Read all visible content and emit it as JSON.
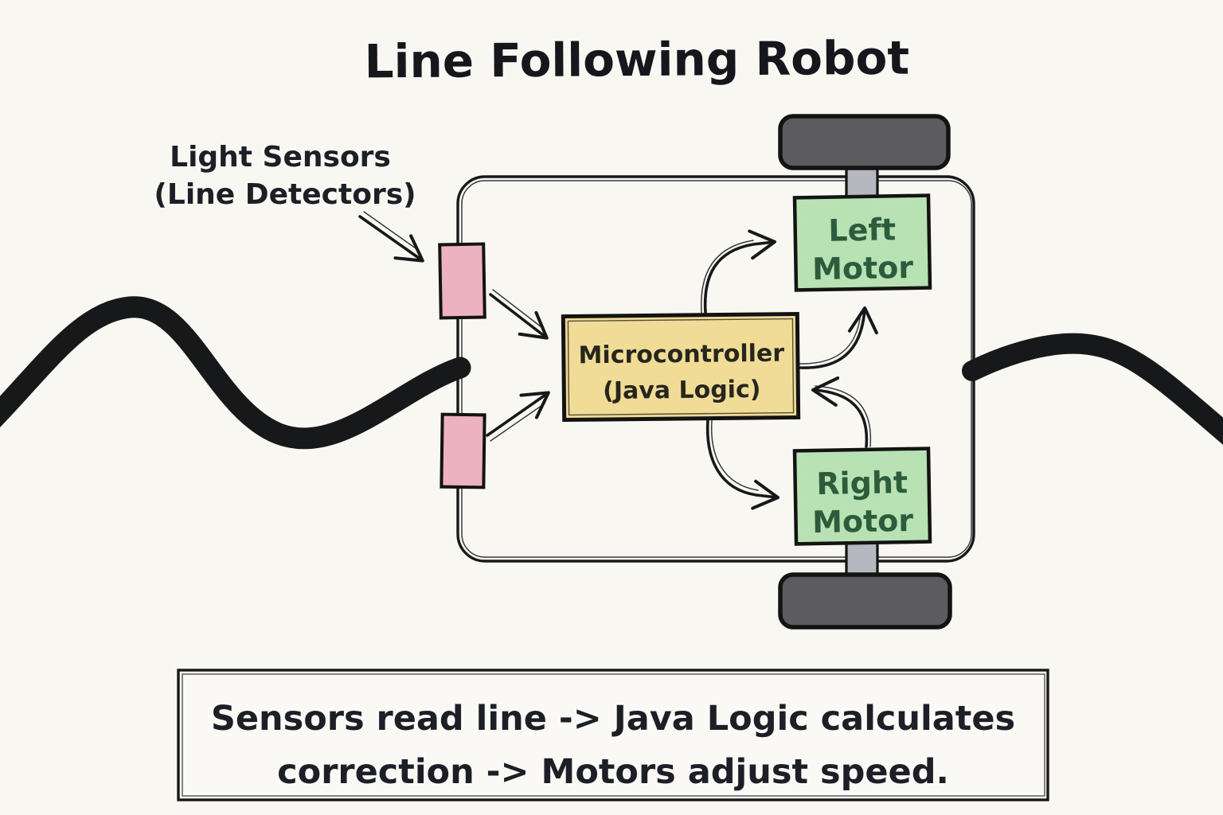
{
  "title": "Line Following Robot",
  "sensor_label": {
    "line1": "Light Sensors",
    "line2": "(Line Detectors)"
  },
  "microcontroller": {
    "line1": "Microcontroller",
    "line2": "(Java Logic)"
  },
  "left_motor": {
    "line1": "Left",
    "line2": "Motor"
  },
  "right_motor": {
    "line1": "Right",
    "line2": "Motor"
  },
  "caption": {
    "line1": "Sensors read line -> Java Logic calculates",
    "line2": "correction -> Motors adjust speed."
  },
  "colors": {
    "background": "#f8f7f2",
    "ink": "#17181a",
    "sensor_pink": "#ecb2c0",
    "microcontroller_yellow": "#f0dc96",
    "motor_green": "#b8e1b4",
    "motor_text_green": "#2c5c3b",
    "wheel_gray": "#5c5c5e",
    "axle_gray": "#b5b9bf"
  }
}
